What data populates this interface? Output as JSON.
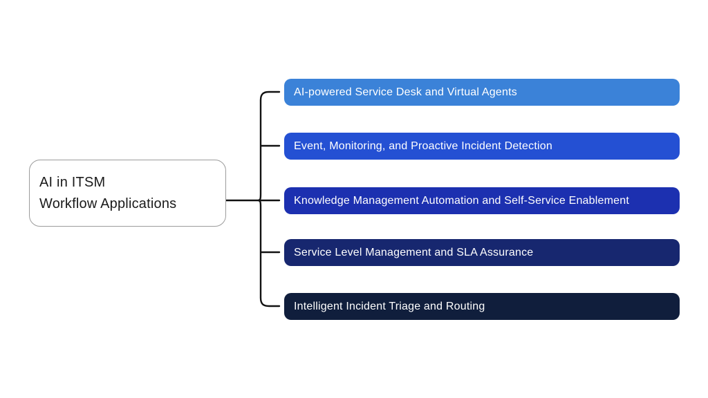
{
  "canvas": {
    "background": "#ffffff"
  },
  "root": {
    "label_line1": "AI in ITSM",
    "label_line2": "Workflow Applications",
    "fill": "#ffffff",
    "border_color": "#9b9b9b",
    "text_color": "#1a1a1a"
  },
  "connector": {
    "color": "#111111"
  },
  "branches": [
    {
      "label": "AI-powered Service Desk and Virtual Agents",
      "color": "#3b82d8",
      "text_color": "#ffffff"
    },
    {
      "label": "Event, Monitoring, and Proactive Incident Detection",
      "color": "#2450d3",
      "text_color": "#ffffff"
    },
    {
      "label": "Knowledge Management Automation and Self-Service Enablement",
      "color": "#1c30b0",
      "text_color": "#ffffff"
    },
    {
      "label": "Service Level Management and SLA Assurance",
      "color": "#17276f",
      "text_color": "#ffffff"
    },
    {
      "label": "Intelligent Incident Triage and Routing",
      "color": "#101e3c",
      "text_color": "#ffffff"
    }
  ]
}
